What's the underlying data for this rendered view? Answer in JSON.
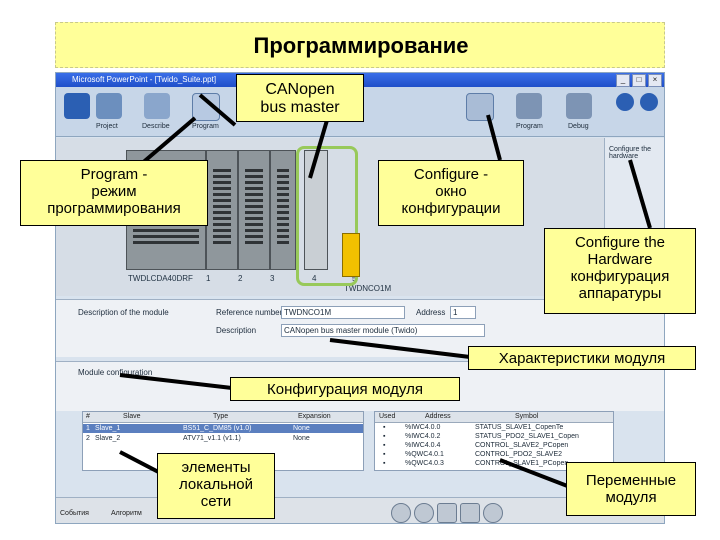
{
  "slide_title": "Программирование",
  "window": {
    "title": "Microsoft PowerPoint - [Twido_Suite.ppt]",
    "toolbar": [
      {
        "label": "Project",
        "icon": "info-icon"
      },
      {
        "label": "Describe",
        "icon": "describe-icon"
      },
      {
        "label": "Program",
        "icon": "program-icon"
      },
      {
        "label": "Program",
        "icon": "configure-icon"
      },
      {
        "label": "Debug",
        "icon": "debug-icon"
      }
    ],
    "right_link": "Configure the hardware",
    "modules_label": "TWDLCDA40DRF",
    "can_module_label": "TWDNCO1M",
    "rack_numbers": [
      "1",
      "2",
      "3",
      "4",
      "5"
    ],
    "description_label": "Description of the module",
    "reference_label": "Reference number",
    "reference_value": "TWDNCO1M",
    "address_label": "Address",
    "address_value": "1",
    "description_field_label": "Description",
    "description_value": "CANopen bus master module (Twido)",
    "module_configuration_label": "Module configuration",
    "left_table": {
      "headers": [
        "#",
        "Slave",
        "Type",
        "Expansion"
      ],
      "rows": [
        [
          "1",
          "Slave_1",
          "BS51_C_DM85 (v1.0)",
          "None"
        ],
        [
          "2",
          "Slave_2",
          "ATV71_v1.1 (v1.1)",
          "None"
        ]
      ]
    },
    "right_table": {
      "headers": [
        "Used",
        "Address",
        "Symbol"
      ],
      "rows": [
        [
          "%IWC4.0.0",
          "STATUS_SLAVE1_CopenTe"
        ],
        [
          "%IWC4.0.2",
          "STATUS_PDO2_SLAVE1_Copen"
        ],
        [
          "%IWC4.0.4",
          "CONTROL_SLAVE2_PCopen"
        ],
        [
          "%QWC4.0.1",
          "CONTROL_PDO2_SLAVE2"
        ],
        [
          "%QWC4.0.3",
          "CONTROL_SLAVE1_PCopen"
        ]
      ]
    },
    "taskbar_start": "Cобытия",
    "taskbar_item": "Алгоритм"
  },
  "callouts": {
    "canopen": "CANopen\nbus master",
    "program": "Program -\nрежим\nпрограммирования",
    "configure": "Configure -\nокно\nконфигурации",
    "configure_hw": "Configure the\nHardware\nконфигурация\nаппаратуры",
    "characteristics": "Характеристики модуля",
    "module_config": "Конфигурация модуля",
    "local_network": "элементы\nлокальной\nсети",
    "variables": "Переменные\nмодуля"
  },
  "colors": {
    "title_bg": "#ffff99",
    "callout_bg": "#ffff99",
    "selection_highlight": "#98c95a"
  }
}
